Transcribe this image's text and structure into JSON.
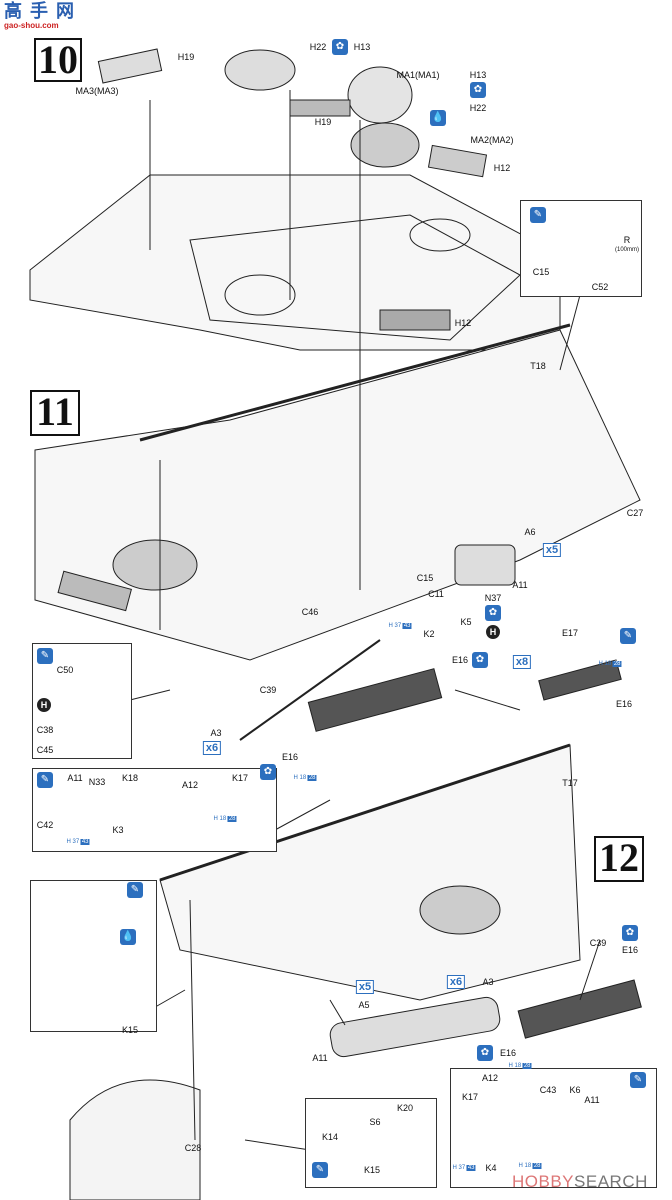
{
  "watermarks": {
    "site_cn": "高手网",
    "site_url": "gao-shou.com",
    "hobby_search_a": "HOBBY",
    "hobby_search_b": "SEARCH"
  },
  "steps": [
    "10",
    "11",
    "12"
  ],
  "labels": [
    "H19",
    "MA3(MA3)",
    "H22",
    "H13",
    "MA1(MA1)",
    "H13",
    "H22",
    "H19",
    "MA2(MA2)",
    "H12",
    "H12",
    "T18",
    "C15",
    "R",
    "(100mm)",
    "C52",
    "C27",
    "A6",
    "C15",
    "C11",
    "A11",
    "N37",
    "C46",
    "K2",
    "K5",
    "E17",
    "E16",
    "C50",
    "C38",
    "C45",
    "C39",
    "E16",
    "A3",
    "E16",
    "A11",
    "N33",
    "K18",
    "A12",
    "K17",
    "C42",
    "K3",
    "T17",
    "C39",
    "E16",
    "A5",
    "A3",
    "E16",
    "K15",
    "A11",
    "C28",
    "K20",
    "S6",
    "K14",
    "K15",
    "A12",
    "C43",
    "K6",
    "K17",
    "A11",
    "K4"
  ],
  "counts": [
    "x5",
    "x8",
    "x6",
    "x5",
    "x6"
  ],
  "paint_refs": [
    {
      "h": "H",
      "a": "37",
      "b": "43"
    },
    {
      "h": "H",
      "a": "18",
      "b": "28"
    },
    {
      "h": "H",
      "a": "18",
      "b": "28"
    },
    {
      "h": "H",
      "a": "18",
      "b": "28"
    },
    {
      "h": "H",
      "a": "37",
      "b": "43"
    },
    {
      "h": "H",
      "a": "18",
      "b": "28"
    },
    {
      "h": "H",
      "a": "37",
      "b": "43"
    },
    {
      "h": "H",
      "a": "18",
      "b": "28"
    }
  ],
  "icons": {
    "glue": "glue-icon",
    "paint": "paint-icon",
    "option": "option-icon",
    "h_badge": "H"
  }
}
